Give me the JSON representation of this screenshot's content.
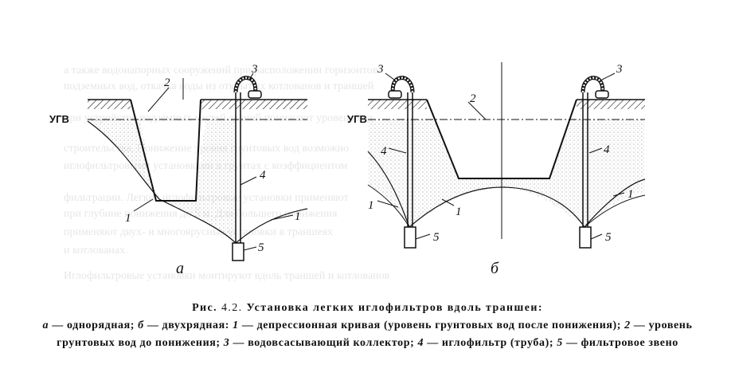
{
  "figure": {
    "ugv_label": "УГВ",
    "sub_a": "а",
    "sub_b": "б",
    "callouts": {
      "a": {
        "c1": "1",
        "c2": "2",
        "c3": "3",
        "c4": "4",
        "c5": "5"
      },
      "b": {
        "c1_left": "1",
        "c1_mid": "1",
        "c1_right": "1",
        "c2": "2",
        "c3_left": "3",
        "c3_right": "3",
        "c4_left": "4",
        "c4_right": "4",
        "c5_left": "5",
        "c5_right": "5"
      }
    }
  },
  "caption": {
    "title_prefix": "Рис.",
    "title_number": "4.2.",
    "title_text": "Установка легких иглофильтров вдоль траншеи:",
    "parts": [
      {
        "key": "а",
        "text": " — однорядная; "
      },
      {
        "key": "б",
        "text": " — двухрядная: "
      },
      {
        "key": "1",
        "text": " — депрессионная кривая (уровень грунтовых вод после понижения); "
      },
      {
        "key": "2",
        "text": " — уровень грунтовых вод до понижения; "
      },
      {
        "key": "3",
        "text": " — водовсасывающий коллектор; "
      },
      {
        "key": "4",
        "text": " — иглофильтр (труба); "
      },
      {
        "key": "5",
        "text": " — фильтровое звено"
      }
    ]
  }
}
